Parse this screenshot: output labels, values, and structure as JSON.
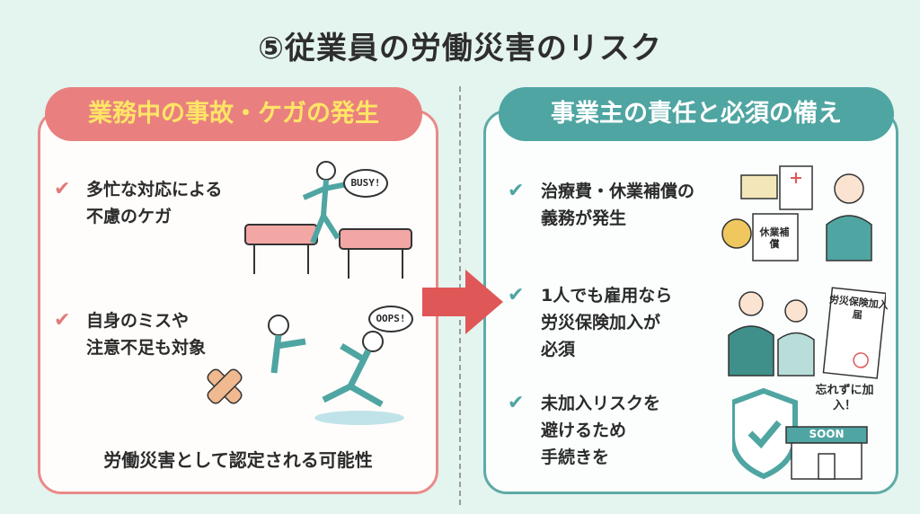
{
  "title": "⑤従業員の労働災害のリスク",
  "left": {
    "heading": "業務中の事故・ケガの発生",
    "items": [
      {
        "lines": [
          "多忙な対応による",
          "不慮のケガ"
        ]
      },
      {
        "lines": [
          "自身のミスや",
          "注意不足も対象"
        ]
      }
    ],
    "bubbles": {
      "busy": "BUSY!",
      "oops": "OOPS!"
    },
    "footer": "労働災害として認定される可能性"
  },
  "right": {
    "heading": "事業主の責任と必須の備え",
    "items": [
      {
        "lines": [
          "治療費・休業補償の",
          "義務が発生"
        ]
      },
      {
        "lines": [
          "1人でも雇用なら",
          "労災保険加入が",
          "必須"
        ]
      },
      {
        "lines": [
          "未加入リスクを",
          "避けるため",
          "手続きを"
        ]
      }
    ],
    "labels": {
      "calendar": "休業補償",
      "form": "労災保険加入届",
      "reminder": "忘れずに加入！",
      "shop": "SOON"
    }
  },
  "colors": {
    "background": "#e4f4ef",
    "coral": "#e9807f",
    "teal": "#4fa5a2",
    "yellow": "#ffe566",
    "arrow": "#e05757"
  }
}
